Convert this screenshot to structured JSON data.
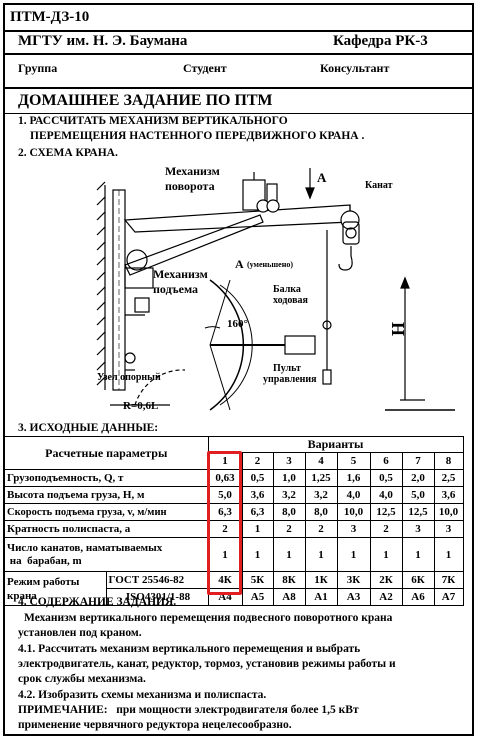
{
  "header": {
    "doc_code": "ПТМ-ДЗ-10",
    "university": "МГТУ им. Н. Э. Баумана",
    "department": "Кафедра РК-3",
    "group_label": "Группа",
    "student_label": "Студент",
    "consultant_label": "Консультант"
  },
  "title": "ДОМАШНЕЕ ЗАДАНИЕ ПО ПТМ",
  "task": {
    "item1_line1": "1. РАССЧИТАТЬ МЕХАНИЗМ ВЕРТИКАЛЬНОГО",
    "item1_line2": "ПЕРЕМЕЩЕНИЯ НАСТЕННОГО   ПЕРЕДВИЖНОГО КРАНА .",
    "item2": "2. СХЕМА КРАНА."
  },
  "diagram": {
    "rotation_mech_1": "Механизм",
    "rotation_mech_2": "поворота",
    "view_a": "А",
    "rope": "Канат",
    "lift_mech_1": "Механизм",
    "lift_mech_2": "подъема",
    "view_a_reduced": "А",
    "reduced_note": "(уменьшено)",
    "beam_1": "Балка",
    "beam_2": "ходовая",
    "angle": "160°",
    "height": "Н",
    "control_1": "Пульт",
    "control_2": "управления",
    "support_node": "Узел опорный",
    "radius": "R=0,6L"
  },
  "initial_data_title": "3. ИСХОДНЫЕ ДАННЫЕ:",
  "table": {
    "params_header": "Расчетные параметры",
    "variants_header": "Варианты",
    "variant_numbers": [
      "1",
      "2",
      "3",
      "4",
      "5",
      "6",
      "7",
      "8"
    ],
    "rows": [
      {
        "label": "Грузоподъемность, Q, т",
        "values": [
          "0,63",
          "0,5",
          "1,0",
          "1,25",
          "1,6",
          "0,5",
          "2,0",
          "2,5"
        ]
      },
      {
        "label": "Высота подъема груза, Н, м",
        "values": [
          "5,0",
          "3,6",
          "3,2",
          "3,2",
          "4,0",
          "4,0",
          "5,0",
          "3,6"
        ]
      },
      {
        "label": "Скорость подъема груза, v, м/мин",
        "values": [
          "6,3",
          "6,3",
          "8,0",
          "8,0",
          "10,0",
          "12,5",
          "12,5",
          "10,0"
        ]
      },
      {
        "label": "Кратность полиспаста, а",
        "values": [
          "2",
          "1",
          "2",
          "2",
          "3",
          "2",
          "3",
          "3"
        ]
      },
      {
        "label_line1": "Число канатов, наматываемых",
        "label_line2": " на  барабан, m",
        "values": [
          "1",
          "1",
          "1",
          "1",
          "1",
          "1",
          "1",
          "1"
        ]
      }
    ],
    "mode_label_1": "Режим работы",
    "mode_label_2": "крана",
    "gost_label": "ГОСТ 25546-82",
    "iso_label": "ISO4301/1-88",
    "gost_values": [
      "4К",
      "5К",
      "8К",
      "1К",
      "3К",
      "2К",
      "6К",
      "7К"
    ],
    "iso_values": [
      "А4",
      "А5",
      "А8",
      "А1",
      "А3",
      "А2",
      "А6",
      "А7"
    ]
  },
  "content": {
    "title": "4. СОДЕРЖАНИЕ ЗАДАНИЯ.",
    "line1": "Механизм вертикального перемещения подвесного поворотного крана",
    "line2": "установлен  под краном.",
    "p41_1": "4.1. Рассчитать механизм вертикального перемещения и выбрать",
    "p41_2": "электродвигатель, канат, редуктор, тормоз, установив режимы работы и",
    "p41_3": "срок службы механизма.",
    "p42": "4.2. Изобразить схемы механизма и полиспаста.",
    "note_1": "ПРИМЕЧАНИЕ:   при мощности электродвигателя более 1,5 кВт",
    "note_2": "применение червячного редуктора нецелесообразно."
  },
  "colors": {
    "highlight": "#e02020"
  }
}
